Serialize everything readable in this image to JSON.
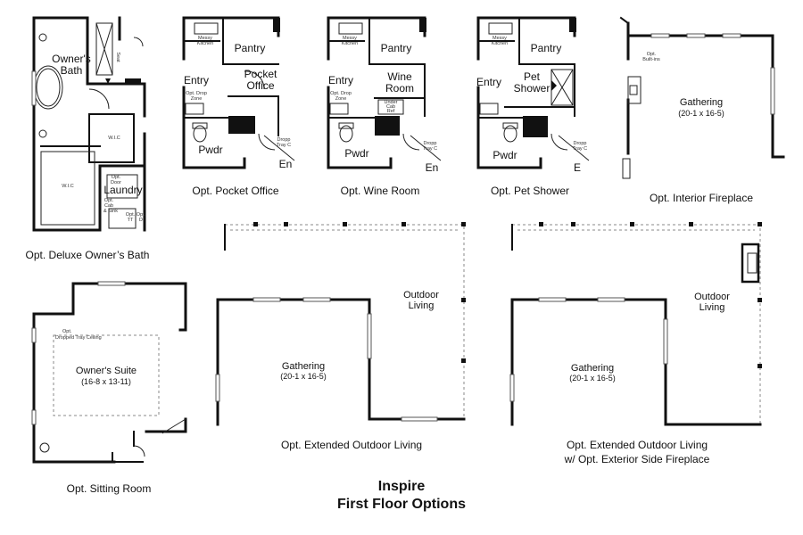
{
  "title": {
    "line1": "Inspire",
    "line2": "First Floor Options"
  },
  "plans": {
    "deluxe_bath": {
      "caption": "Opt. Deluxe Owner’s Bath",
      "owners_bath": "Owner's",
      "owners_bath2": "Bath",
      "seat": "Seat",
      "wic1": "W.I.C",
      "wic2": "W.I.C",
      "laundry": "Laundry",
      "opt_door": "Opt.",
      "opt_door2": "Door",
      "opt_cab": "Opt.",
      "opt_cab2": "Cab",
      "opt_cab3": "& Sink",
      "opt_tt": "Opt.",
      "opt_tt2": "TT",
      "opt_dd": "Opt.",
      "opt_dd2": "D"
    },
    "pocket_office": {
      "caption": "Opt. Pocket Office",
      "messy1": "Messy",
      "messy2": "Kitchen",
      "pantry": "Pantry",
      "entry": "Entry",
      "office1": "Pocket",
      "office2": "Office",
      "drop1": "Opt. Drop",
      "drop2": "Zone",
      "pwdr": "Pwdr",
      "tray1": "Dropp",
      "tray2": "Tray C",
      "en": "En"
    },
    "wine_room": {
      "caption": "Opt. Wine Room",
      "messy1": "Messy",
      "messy2": "Kitchen",
      "pantry": "Pantry",
      "entry": "Entry",
      "wine1": "Wine",
      "wine2": "Room",
      "drop1": "Opt. Drop",
      "drop2": "Zone",
      "under1": "Under",
      "under2": "Cab",
      "under3": "Ref",
      "pwdr": "Pwdr",
      "tray1": "Dropp",
      "tray2": "Tray C",
      "en": "En"
    },
    "pet_shower": {
      "caption": "Opt. Pet Shower",
      "messy1": "Messy",
      "messy2": "Kitchen",
      "pantry": "Pantry",
      "entry": "Entry",
      "pet1": "Pet",
      "pet2": "Shower",
      "pwdr": "Pwdr",
      "tray1": "Dropp",
      "tray2": "Tray C",
      "en": "E"
    },
    "interior_fireplace": {
      "caption": "Opt. Interior Fireplace",
      "builtins1": "Opt.",
      "builtins2": "Built-ins",
      "gathering": "Gathering",
      "dims": "(20-1 x 16-5)"
    },
    "sitting_room": {
      "caption": "Opt. Sitting Room",
      "tray": "Opt.",
      "tray2": "Dropped Tray Ceiling",
      "suite": "Owner's Suite",
      "dims": "(16-8 x 13-11)"
    },
    "extended_outdoor": {
      "caption": "Opt. Extended Outdoor Living",
      "outdoor1": "Outdoor",
      "outdoor2": "Living",
      "gathering": "Gathering",
      "dims": "(20-1 x 16-5)"
    },
    "extended_outdoor_fp": {
      "caption1": "Opt. Extended Outdoor Living",
      "caption2": "w/ Opt. Exterior Side Fireplace",
      "outdoor1": "Outdoor",
      "outdoor2": "Living",
      "gathering": "Gathering",
      "dims": "(20-1 x 16-5)"
    }
  }
}
